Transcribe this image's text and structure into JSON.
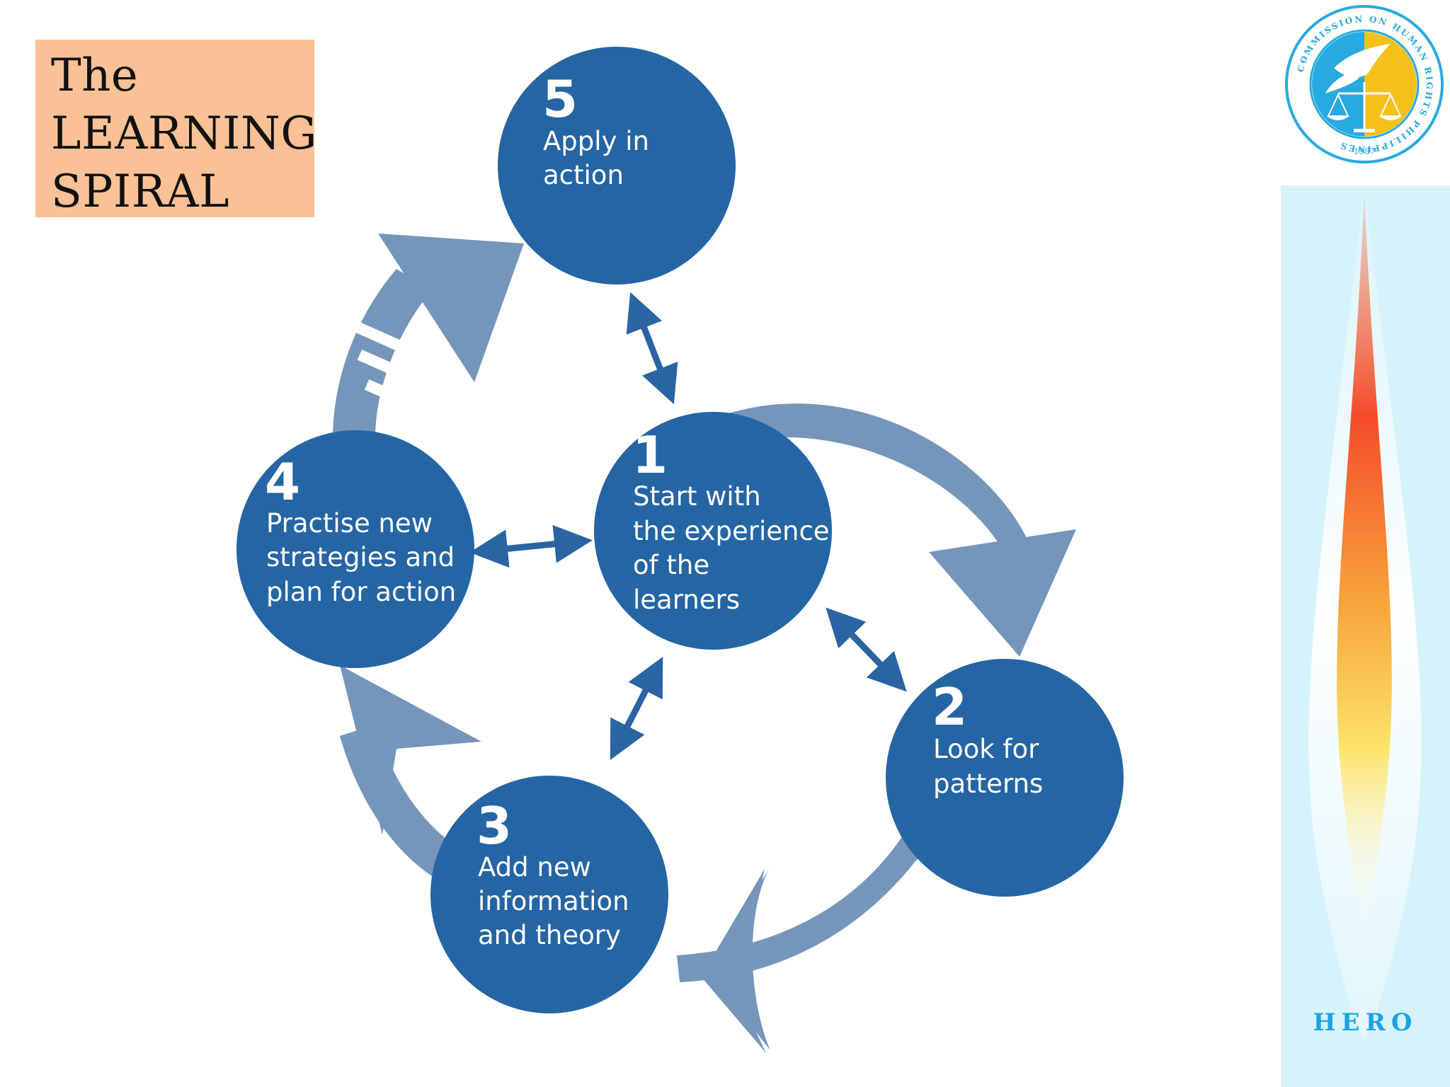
{
  "title": {
    "lines": [
      "The",
      "LEARNING",
      "SPIRAL"
    ]
  },
  "nodes": [
    {
      "number": "1",
      "lines": [
        "Start with",
        "the experience",
        "of the",
        "learners"
      ]
    },
    {
      "number": "2",
      "lines": [
        "Look for",
        "patterns"
      ]
    },
    {
      "number": "3",
      "lines": [
        "Add new",
        "information",
        "and theory"
      ]
    },
    {
      "number": "4",
      "lines": [
        "Practise new",
        "strategies and",
        "plan for action"
      ]
    },
    {
      "number": "5",
      "lines": [
        "Apply in",
        "action"
      ]
    }
  ],
  "seal": {
    "ring_text": "COMMISSION ON HUMAN RIGHTS PHILIPPINES",
    "year": "1987"
  },
  "sidebar": {
    "label": "HERO"
  },
  "colors": {
    "circle": "#2565a4",
    "arc": "#7595ba",
    "connector": "#2a64a3",
    "title_bg": "#fac196",
    "sidebar_bg": "#d6f3fb",
    "seal_blue": "#28a9df",
    "seal_yellow": "#f4c01a",
    "hero_text": "#1aa3e6"
  },
  "icons": {
    "seal": "commission-seal-icon",
    "flame": "flame-icon"
  }
}
